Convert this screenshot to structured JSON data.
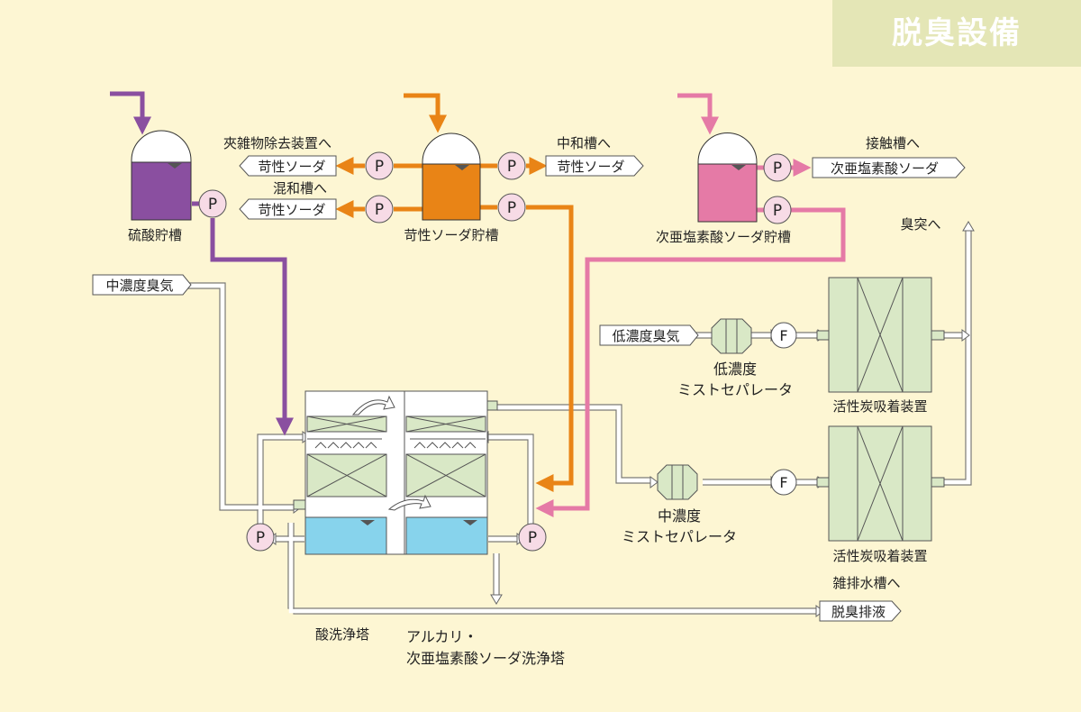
{
  "title": "脱臭設備",
  "tanks": {
    "sulfuric": {
      "label": "硫酸貯槽",
      "color": "#8a4fa0"
    },
    "caustic": {
      "label": "苛性ソーダ貯槽",
      "color": "#e98416"
    },
    "hypochlorite": {
      "label": "次亜塩素酸ソーダ貯槽",
      "color": "#e57aa6"
    }
  },
  "caustic_outputs": [
    {
      "dest": "夾雑物除去装置へ",
      "chem": "苛性ソーダ"
    },
    {
      "dest": "混和槽へ",
      "chem": "苛性ソーダ"
    },
    {
      "dest": "中和槽へ",
      "chem": "苛性ソーダ"
    }
  ],
  "hypochlorite_output": {
    "dest": "接触槽へ",
    "chem": "次亜塩素酸ソーダ"
  },
  "inputs": {
    "medium_odor": "中濃度臭気",
    "low_odor": "低濃度臭気"
  },
  "separators": {
    "low": [
      "低濃度",
      "ミストセパレータ"
    ],
    "medium": [
      "中濃度",
      "ミストセパレータ"
    ]
  },
  "adsorbers": [
    "活性炭吸着装置",
    "活性炭吸着装置"
  ],
  "stack": "臭突へ",
  "drain": {
    "dest": "雑排水槽へ",
    "label": "脱臭排液"
  },
  "towers": {
    "acid": "酸洗浄塔",
    "alkali": [
      "アルカリ・",
      "次亜塩素酸ソーダ洗浄塔"
    ]
  },
  "symbols": {
    "pump": "P",
    "fan": "F"
  },
  "colors": {
    "background": "#fdf6d3",
    "title_box": "#e4e6b6",
    "packing": "#d9e8c6",
    "water": "#87d3ec",
    "pump_fill": "#f7dbe6",
    "pipe_white": "#ffffff"
  }
}
